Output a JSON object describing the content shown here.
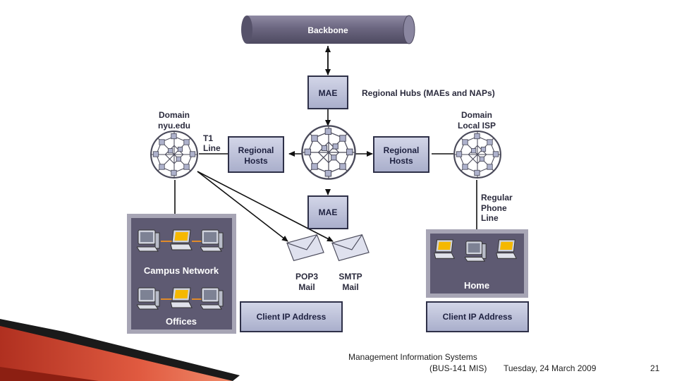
{
  "diagram": {
    "backbone": "Backbone",
    "mae_top": "MAE",
    "mae_bottom": "MAE",
    "regional_hubs": "Regional Hubs (MAEs and NAPs)",
    "domain_nyu": [
      "Domain",
      "nyu.edu"
    ],
    "domain_isp": [
      "Domain",
      "Local ISP"
    ],
    "t1_line": [
      "T1",
      "Line"
    ],
    "regional_hosts_left": [
      "Regional",
      "Hosts"
    ],
    "regional_hosts_right": [
      "Regional",
      "Hosts"
    ],
    "regular_phone_line": [
      "Regular",
      "Phone",
      "Line"
    ],
    "campus_network": "Campus Network",
    "offices": "Offices",
    "home": "Home",
    "pop3": [
      "POP3",
      "Mail"
    ],
    "smtp": [
      "SMTP",
      "Mail"
    ],
    "client_ip_left": "Client IP Address",
    "client_ip_right": "Client IP Address"
  },
  "footer": {
    "course": "Management Information Systems",
    "code": "(BUS-141 MIS)",
    "date": "Tuesday, 24 March 2009",
    "page": "21"
  },
  "colors": {
    "box_fill": "#b9bdd6",
    "dark_panel": "#5e5a72",
    "backbone": "#6b6680",
    "ribbon_red": "#c0392b"
  }
}
